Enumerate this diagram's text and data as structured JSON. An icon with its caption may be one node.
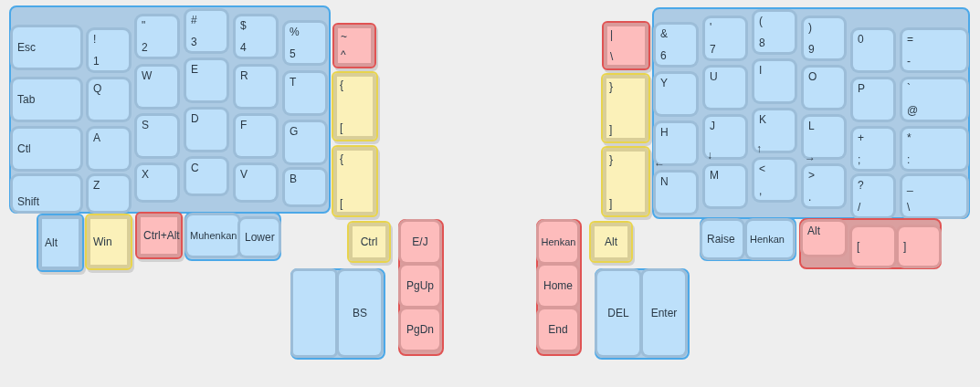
{
  "diagram": {
    "nodes": [
      {
        "text": [],
        "shape": "box"
      },
      {
        "text": [
          "Esc"
        ],
        "in": 0
      },
      {
        "text": [
          "!",
          "1"
        ],
        "in": 0
      },
      {
        "text": [
          "\"",
          "2"
        ],
        "in": 0
      },
      {
        "text": [
          "#",
          "3"
        ],
        "in": 0
      },
      {
        "text": [
          "$",
          "4"
        ],
        "in": 0
      },
      {
        "text": [
          "%",
          "5"
        ],
        "in": 0
      },
      {
        "text": [
          "Tab"
        ],
        "in": 0
      },
      {
        "text": [
          "Q"
        ],
        "in": 0
      },
      {
        "text": [
          "W"
        ],
        "in": 0
      },
      {
        "text": [
          "E"
        ],
        "in": 0
      },
      {
        "text": [
          "R"
        ],
        "in": 0
      },
      {
        "text": [
          "T"
        ],
        "in": 0
      },
      {
        "text": [
          "Ctl"
        ],
        "in": 0
      },
      {
        "text": [
          "A"
        ],
        "in": 0
      },
      {
        "text": [
          "S"
        ],
        "in": 0
      },
      {
        "text": [
          "D"
        ],
        "in": 0
      },
      {
        "text": [
          "F"
        ],
        "in": 0
      },
      {
        "text": [
          "G"
        ],
        "in": 0
      },
      {
        "text": [
          "Shift"
        ],
        "in": 0
      },
      {
        "text": [
          "Z"
        ],
        "in": 0
      },
      {
        "text": [
          "X"
        ],
        "in": 0
      },
      {
        "text": [
          "C"
        ],
        "in": 0
      },
      {
        "text": [
          "V"
        ],
        "in": 0
      },
      {
        "text": [
          "B"
        ],
        "in": 0
      },
      {
        "text": [
          "~",
          "^"
        ]
      },
      {
        "text": [
          "{",
          "["
        ]
      },
      {
        "text": [
          "{",
          "["
        ]
      },
      {
        "text": [
          "|",
          "\\"
        ]
      },
      {
        "text": [
          "}",
          "]"
        ]
      },
      {
        "text": [
          "}",
          "]"
        ]
      },
      {
        "text": [],
        "shape": "box"
      },
      {
        "text": [
          "&",
          "6"
        ],
        "in": 31
      },
      {
        "text": [
          "'",
          "7"
        ],
        "in": 31
      },
      {
        "text": [
          "(",
          "8"
        ],
        "in": 31
      },
      {
        "text": [
          ")",
          "9"
        ],
        "in": 31
      },
      {
        "text": [
          "0"
        ],
        "in": 31
      },
      {
        "text": [
          "=",
          "-"
        ],
        "in": 31
      },
      {
        "text": [
          "Y"
        ],
        "in": 31
      },
      {
        "text": [
          "U"
        ],
        "in": 31
      },
      {
        "text": [
          "I"
        ],
        "in": 31
      },
      {
        "text": [
          "O"
        ],
        "in": 31
      },
      {
        "text": [
          "P"
        ],
        "in": 31
      },
      {
        "text": [
          "`",
          "@"
        ],
        "in": 31
      },
      {
        "text": [
          "H"
        ],
        "in": 31
      },
      {
        "text": [
          "J"
        ],
        "in": 31
      },
      {
        "text": [
          "K"
        ],
        "in": 31
      },
      {
        "text": [
          "L"
        ],
        "in": 31
      },
      {
        "text": [
          "+",
          ";"
        ],
        "in": 31
      },
      {
        "text": [
          "*",
          ":"
        ],
        "in": 31
      },
      {
        "text": [
          "N"
        ],
        "in": 31
      },
      {
        "text": [
          "M"
        ],
        "in": 31
      },
      {
        "text": [
          "<",
          ","
        ],
        "in": 31
      },
      {
        "text": [
          ">",
          "."
        ],
        "in": 31
      },
      {
        "text": [
          "?",
          "/"
        ],
        "in": 31
      },
      {
        "text": [
          "_",
          "\\"
        ],
        "in": 31
      },
      {
        "text": [
          "Alt"
        ]
      },
      {
        "text": [
          "Win"
        ]
      },
      {
        "text": [
          "Ctrl+Alt"
        ]
      },
      {
        "text": [],
        "shape": "box"
      },
      {
        "text": [
          "Muhenkan"
        ],
        "in": 59
      },
      {
        "text": [
          "Lower"
        ],
        "in": 59
      },
      {
        "text": [],
        "shape": "box"
      },
      {
        "text": [
          "Raise"
        ],
        "in": 62
      },
      {
        "text": [
          "Henkan"
        ],
        "in": 62
      },
      {
        "text": [],
        "shape": "box"
      },
      {
        "text": [
          "Alt"
        ],
        "in": 65
      },
      {
        "text": [
          "["
        ],
        "in": 65
      },
      {
        "text": [
          "]"
        ],
        "in": 65
      },
      {
        "text": [
          "Ctrl"
        ]
      },
      {
        "text": [],
        "shape": "box"
      },
      {
        "text": [],
        "shape": "box",
        "in": 70
      },
      {
        "text": [
          "BS"
        ],
        "in": 70
      },
      {
        "text": [],
        "shape": "box"
      },
      {
        "text": [
          "E/J"
        ],
        "in": 73
      },
      {
        "text": [
          "PgUp"
        ],
        "in": 73
      },
      {
        "text": [
          "PgDn"
        ],
        "in": 73
      },
      {
        "text": [
          "Alt"
        ]
      },
      {
        "text": [],
        "shape": "box"
      },
      {
        "text": [
          "Henkan"
        ],
        "in": 78
      },
      {
        "text": [
          "Home"
        ],
        "in": 78
      },
      {
        "text": [
          "End"
        ],
        "in": 78
      },
      {
        "text": [],
        "shape": "box"
      },
      {
        "text": [
          "DEL"
        ],
        "in": 82
      },
      {
        "text": [
          "Enter"
        ],
        "in": 82
      }
    ],
    "labels": [
      "←",
      "↓",
      "↑",
      "→"
    ]
  }
}
